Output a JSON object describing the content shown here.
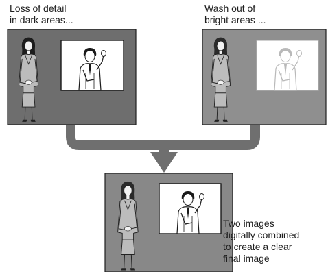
{
  "captions": {
    "left": "Loss of detail\nin dark areas...",
    "right": "Wash out of\nbright areas ...",
    "bottom": "Two images\ndigitally combined\nto create a clear\nfinal image"
  },
  "colors": {
    "frame_dark": "#6e6e6e",
    "frame_light": "#8f8f8f",
    "frame_final": "#888888",
    "arrow": "#6f6f6f",
    "figure_dark": "#2a2a2a",
    "figure_faint": "#b9b9b9"
  },
  "icons": [
    "woman-figure",
    "man-figure-in-monitor",
    "merge-arrow"
  ]
}
